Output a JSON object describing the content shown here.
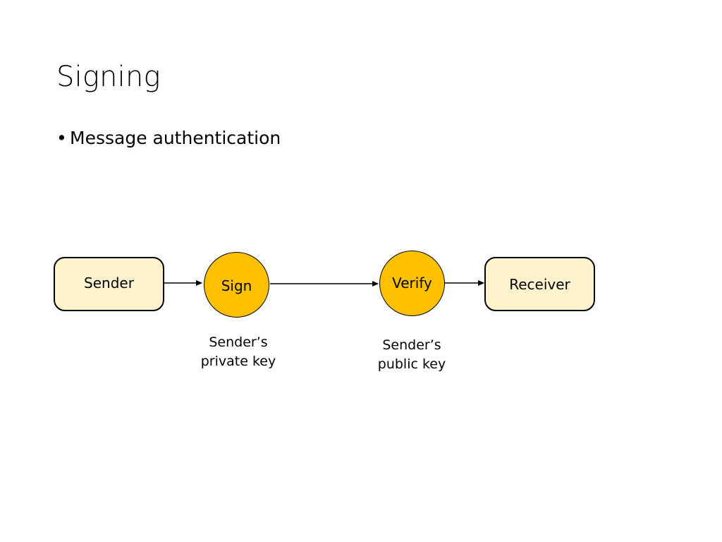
{
  "slide": {
    "title": "Signing",
    "bullets": [
      "Message authentication"
    ]
  },
  "diagram": {
    "nodes": {
      "sender": "Sender",
      "sign": "Sign",
      "verify": "Verify",
      "receiver": "Receiver"
    },
    "key_labels": {
      "sign": [
        "Sender’s",
        "private key"
      ],
      "verify": [
        "Sender’s",
        "public key"
      ]
    },
    "colors": {
      "box_fill": "#fff2cc",
      "circle_fill": "#ffc000",
      "stroke": "#000000"
    }
  }
}
